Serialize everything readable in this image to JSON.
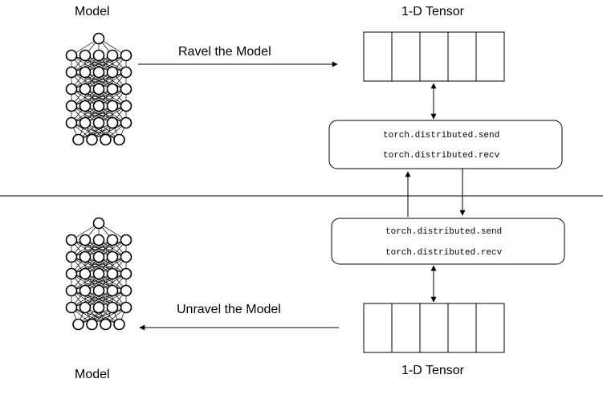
{
  "top": {
    "model_label": "Model",
    "tensor_label": "1-D Tensor",
    "arrow_label": "Ravel the Model",
    "comm_send": "torch.distributed.send",
    "comm_recv": "torch.distributed.recv"
  },
  "bottom": {
    "model_label": "Model",
    "tensor_label": "1-D Tensor",
    "arrow_label": "Unravel the Model",
    "comm_send": "torch.distributed.send",
    "comm_recv": "torch.distributed.recv"
  },
  "network": {
    "layers": [
      1,
      5,
      5,
      5,
      5,
      5,
      4
    ]
  },
  "tensor": {
    "cells": 5
  }
}
